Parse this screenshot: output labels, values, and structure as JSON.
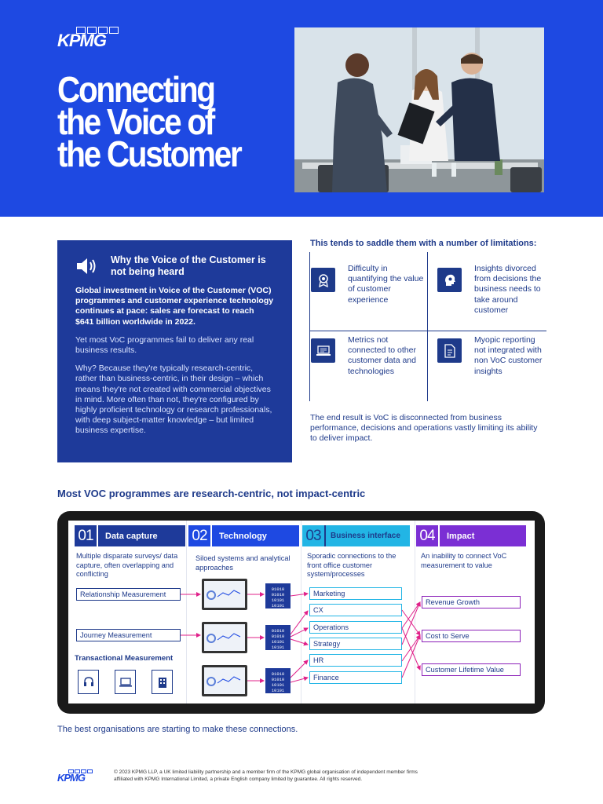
{
  "brand": {
    "logo": "KPMG",
    "color": "#1e49e2",
    "navy": "#1e3a8a"
  },
  "title": [
    "Connecting",
    "the Voice of",
    "the Customer"
  ],
  "why_box": {
    "heading": "Why the Voice of the Customer is not being heard",
    "icon": "speaker-icon",
    "p1": "Global investment in Voice of the Customer (VOC) programmes and customer experience technology continues at pace: sales are forecast to reach $641 billion worldwide in 2022.",
    "p2": "Yet most VoC programmes fail to deliver any real business results.",
    "p3": "Why? Because they're typically research-centric, rather than business-centric, in their design – which means they're not created with commercial objectives in mind. More often than not, they're configured by highly proficient technology or research professionals, with deep subject-matter knowledge – but limited business expertise."
  },
  "limitations": {
    "heading": "This tends to saddle them with a number of limitations:",
    "items": [
      {
        "icon": "award-icon",
        "text": "Difficulty in quantifying the value of customer experience"
      },
      {
        "icon": "head-gear-icon",
        "text": "Insights divorced from decisions the business needs to take around customer"
      },
      {
        "icon": "laptop-icon",
        "text": "Metrics not connected to other customer data and technologies"
      },
      {
        "icon": "document-icon",
        "text": "Myopic reporting not integrated with non VoC customer insights"
      }
    ],
    "conclusion": "The end result is VoC is disconnected from business performance, decisions and operations vastly limiting its ability to deliver impact."
  },
  "section_heading": "Most VOC programmes are research-centric, not impact-centric",
  "columns": [
    {
      "num": "01",
      "label": "Data capture",
      "color": "#1e3a9a",
      "desc": "Multiple disparate surveys/ data capture, often overlapping and conflicting"
    },
    {
      "num": "02",
      "label": "Technology",
      "color": "#1e49e2",
      "desc": "Siloed systems and analytical approaches"
    },
    {
      "num": "03",
      "label": "Business interface",
      "color": "#22b5e5",
      "desc": "Sporadic connections to the front office customer system/processes"
    },
    {
      "num": "04",
      "label": "Impact",
      "color": "#7b2fd4",
      "desc": "An inability to connect VoC measurement to value"
    }
  ],
  "capture": {
    "relationship": "Relationship Measurement",
    "journey": "Journey Measurement",
    "transactional": "Transactional Measurement",
    "icons": [
      "headset-icon",
      "laptop-icon",
      "building-icon"
    ]
  },
  "data_glyph": "01010 01010 10101 10101",
  "business": [
    "Marketing",
    "CX",
    "Operations",
    "Strategy",
    "HR",
    "Finance"
  ],
  "impact": [
    "Revenue Growth",
    "Cost to Serve",
    "Customer Lifetime Value"
  ],
  "closing": "The best organisations are starting to make these connections.",
  "footer": "© 2023 KPMG LLP, a UK limited liability partnership and a member firm of the KPMG global organisation of independent member firms affiliated with KPMG International Limited, a private English company limited by guarantee. All rights reserved."
}
